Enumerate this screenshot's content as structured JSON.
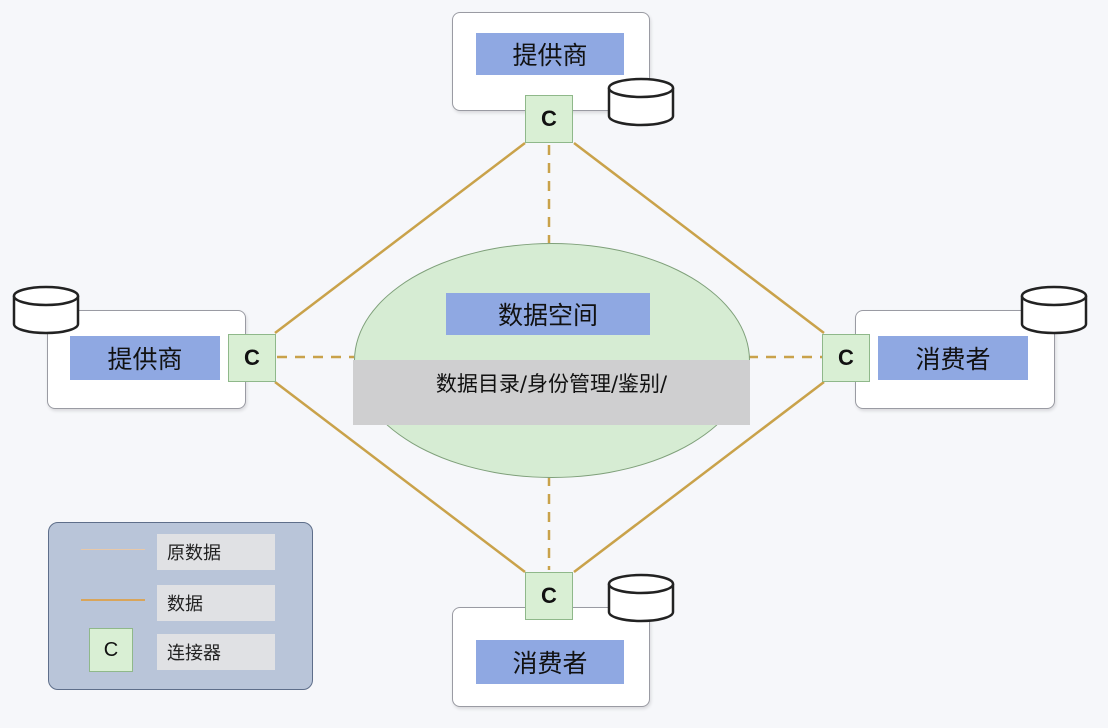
{
  "nodes": {
    "top": {
      "label": "提供商",
      "connector": "C"
    },
    "left": {
      "label": "提供商",
      "connector": "C"
    },
    "right": {
      "label": "消费者",
      "connector": "C"
    },
    "bottom": {
      "label": "消费者",
      "connector": "C"
    }
  },
  "center": {
    "title": "数据空间",
    "services": "数据目录/身份管理/鉴别/"
  },
  "legend": {
    "items": [
      {
        "label": "原数据",
        "kind": "thin-line",
        "color": "#e8c8a8"
      },
      {
        "label": "数据",
        "kind": "line",
        "color": "#d9a55a"
      },
      {
        "label": "连接器",
        "kind": "connector",
        "symbol": "C"
      }
    ]
  },
  "colors": {
    "data_line": "#c9a24a",
    "label_fill": "#8fa8e2",
    "connector_fill": "#d9efd4",
    "space_fill": "#d6ecd3"
  }
}
